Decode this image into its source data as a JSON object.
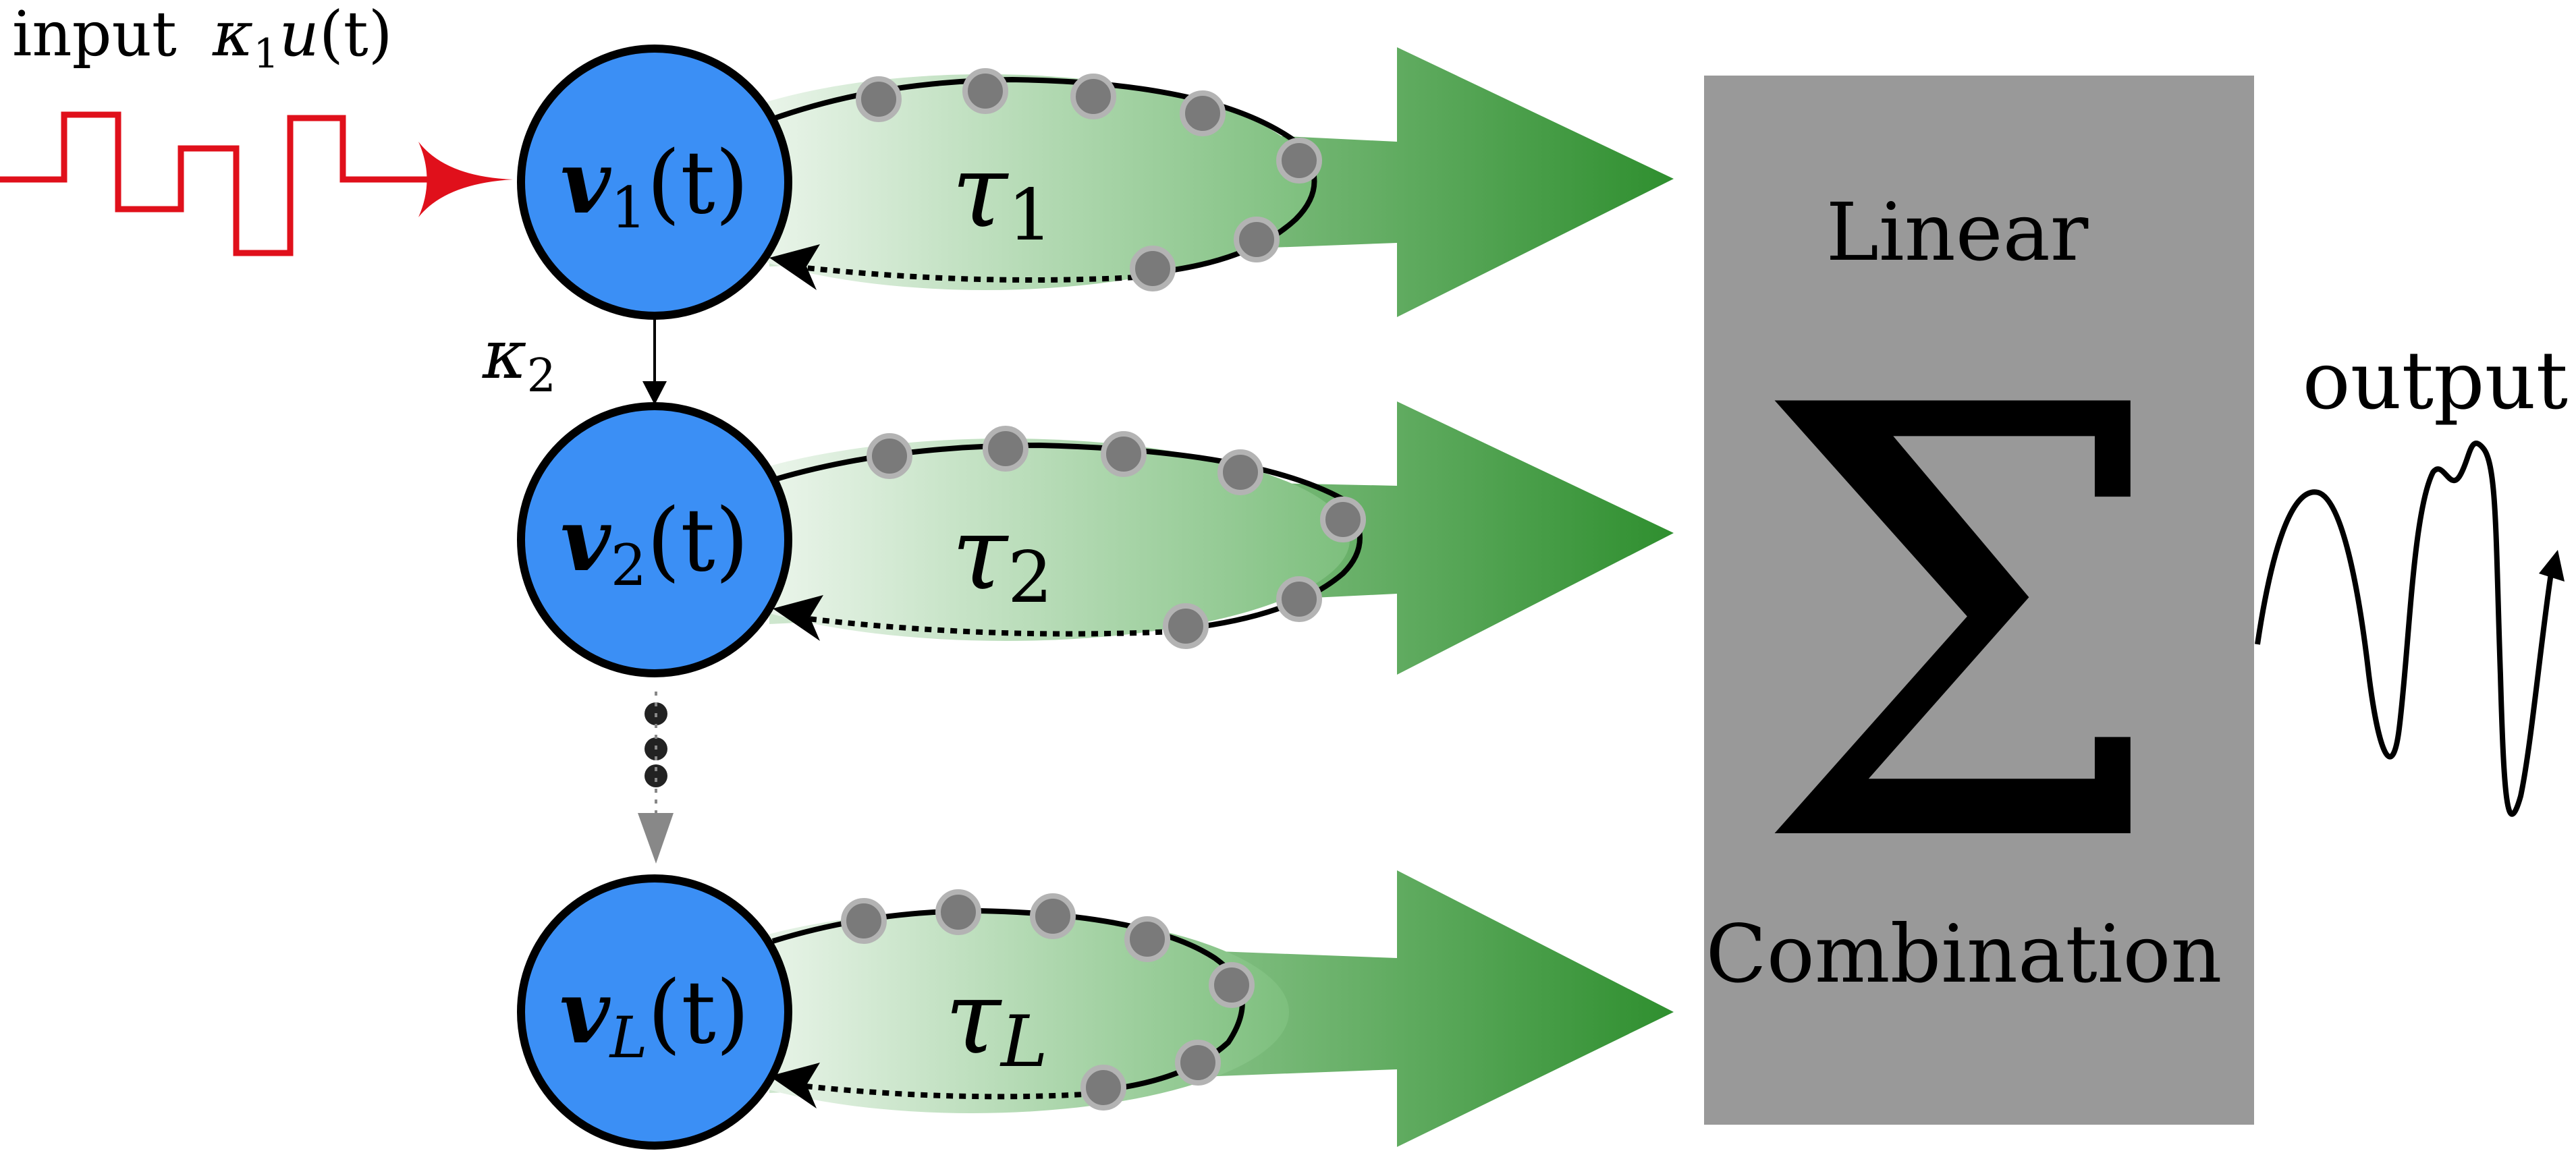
{
  "input": {
    "word": "input",
    "var": "κ",
    "sub": "1",
    "fn": "u",
    "arg": "(t)"
  },
  "coupling": {
    "var": "κ",
    "sub": "2"
  },
  "nodes": [
    {
      "var": "v",
      "sub": "1",
      "arg": "(t)",
      "tau": "τ",
      "tau_sub": "1"
    },
    {
      "var": "v",
      "sub": "2",
      "arg": "(t)",
      "tau": "τ",
      "tau_sub": "2"
    },
    {
      "var": "v",
      "sub": "L",
      "arg": "(t)",
      "tau": "τ",
      "tau_sub": "L"
    }
  ],
  "combiner": {
    "top_label": "Linear",
    "symbol": "Σ",
    "bottom_label": "Combination"
  },
  "output": {
    "label": "output"
  },
  "colors": {
    "node_fill": "#3b8ff5",
    "node_stroke": "#000000",
    "input_signal": "#e0101b",
    "arrow_green_dark": "#2f8f2f",
    "arrow_green_light": "#e9f3e9",
    "combiner_box": "#999999",
    "delay_dot": "#7a7a7a",
    "delay_dot_stroke": "#b3b3b3",
    "dashed_arrow": "#888888"
  }
}
